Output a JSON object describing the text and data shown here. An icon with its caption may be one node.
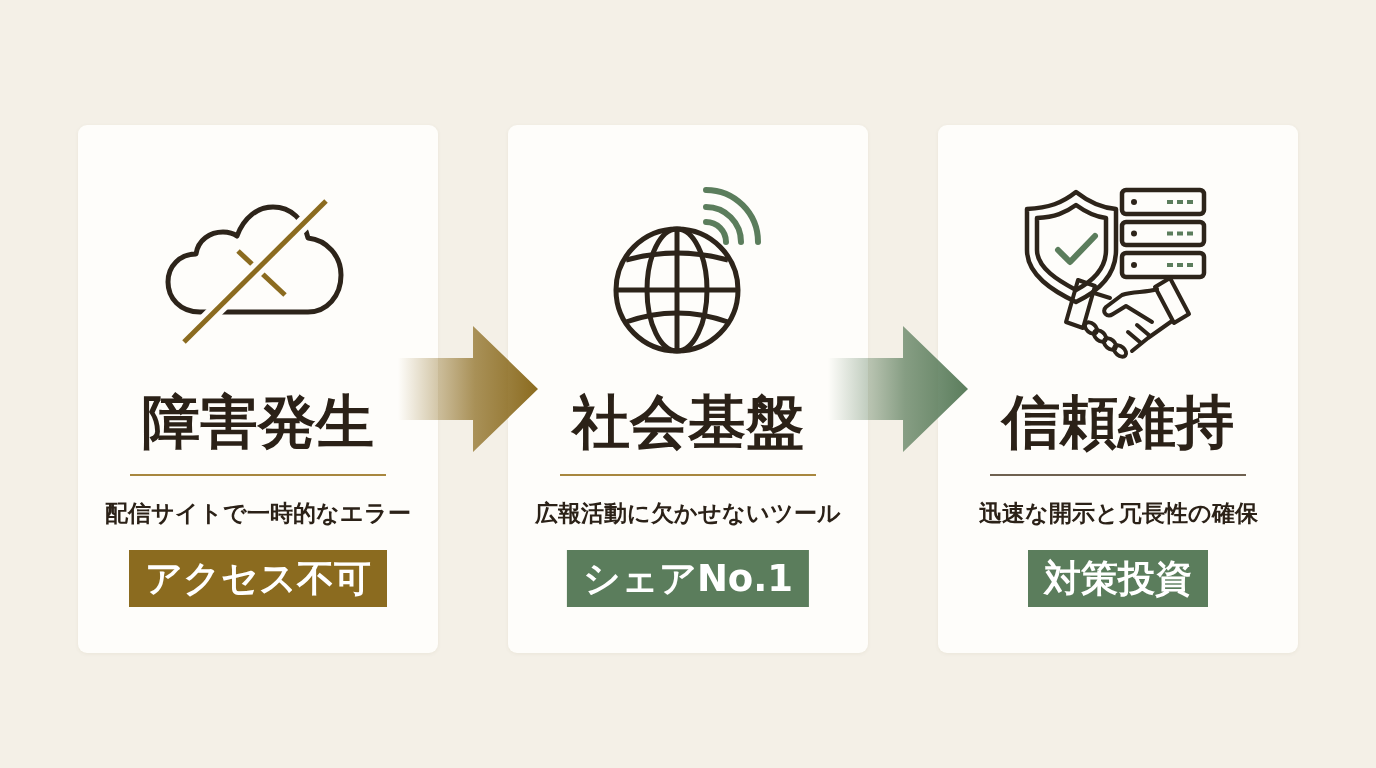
{
  "diagram": {
    "nodes": [
      {
        "text": [
          "障害発生",
          "配信サイトで一時的なエラー"
        ]
      },
      {
        "text": [
          "アクセス不可"
        ],
        "in": 0
      },
      {
        "text": [
          "社会基盤",
          "広報活動に欠かせないツール"
        ]
      },
      {
        "text": [
          "シェアNo.1"
        ],
        "in": 2
      },
      {
        "text": [
          "信頼維持",
          "迅速な開示と冗長性の確保"
        ]
      },
      {
        "text": [
          "対策投資"
        ],
        "in": 4
      }
    ],
    "edges": [
      {
        "from": 0,
        "to": 2,
        "arrow": "to",
        "color": "#8b6b1f"
      },
      {
        "from": 2,
        "to": 4,
        "arrow": "to",
        "color": "#5b7d5c"
      }
    ]
  }
}
